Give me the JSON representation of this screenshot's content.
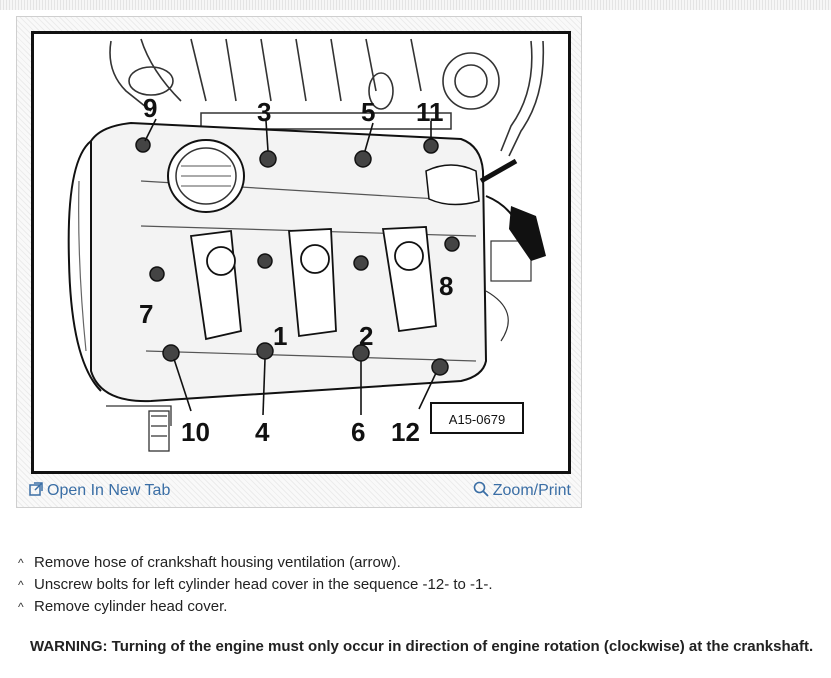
{
  "figure": {
    "bolt_labels": [
      "1",
      "2",
      "3",
      "4",
      "5",
      "6",
      "7",
      "8",
      "9",
      "10",
      "11",
      "12"
    ],
    "figure_code": "A15-0679"
  },
  "toolbar": {
    "open_label": "Open In New Tab",
    "zoom_label": "Zoom/Print",
    "link_color": "#3a6ea5"
  },
  "steps": [
    "Remove hose of crankshaft housing ventilation (arrow).",
    "Unscrew bolts for left cylinder head cover in the sequence -12- to -1-.",
    "Remove cylinder head cover."
  ],
  "step_marker": "^",
  "warning": "WARNING: Turning of the engine must only occur in direction of engine rotation (clockwise) at the crankshaft."
}
